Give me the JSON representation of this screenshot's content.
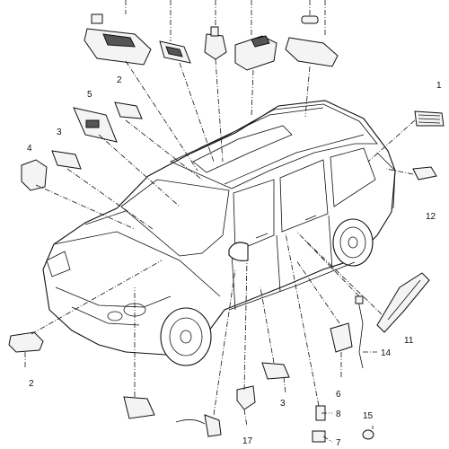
{
  "callouts": {
    "c1": "1",
    "c2": "2",
    "c3": "3",
    "c4": "4",
    "c5": "5",
    "c6": "6",
    "c7": "7",
    "c8": "8",
    "c11": "11",
    "c12": "12",
    "c14": "14",
    "c15": "15",
    "c17": "17"
  }
}
